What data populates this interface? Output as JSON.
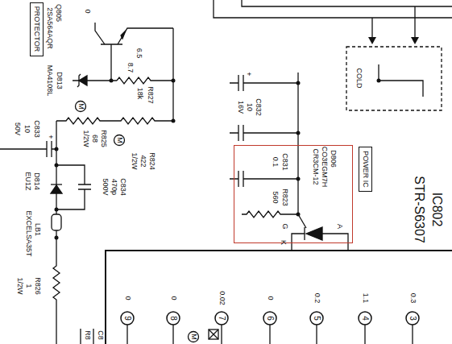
{
  "diagram": {
    "nodes": [
      {
        "text": [
          "PROTECTOR"
        ]
      },
      {
        "text": [
          "POWER IC"
        ]
      },
      {
        "text": [
          "COLD"
        ]
      },
      {
        "text": [
          "C831",
          "0.1",
          "R823",
          "560",
          "D806",
          "CO3EGM7H",
          "CR3CM-12",
          "G",
          "A",
          "K"
        ]
      },
      {
        "text": [
          "IC802",
          "STR-S6307"
        ]
      }
    ],
    "labels": [
      "Q805",
      "2SA564AQR",
      "0",
      "6.5",
      "8.7",
      "D813",
      "MA4108L",
      "R827",
      "18k",
      "M",
      "R825",
      "68",
      "1/2W",
      "M",
      "R824",
      "422",
      "1/2W",
      "C833",
      "10",
      "50V",
      "+",
      "D814",
      "EU1Z",
      "C834",
      "470p",
      "500V",
      "LB1",
      "EXCELSA35T",
      "R826",
      "1",
      "1/2W",
      "C832",
      "10",
      "16V",
      "+",
      "0",
      "0",
      "0.02",
      "0",
      "0.2",
      "1.1",
      "0.3",
      "9",
      "8",
      "7",
      "6",
      "5",
      "4",
      "3",
      "R8",
      "C8",
      "M"
    ]
  }
}
